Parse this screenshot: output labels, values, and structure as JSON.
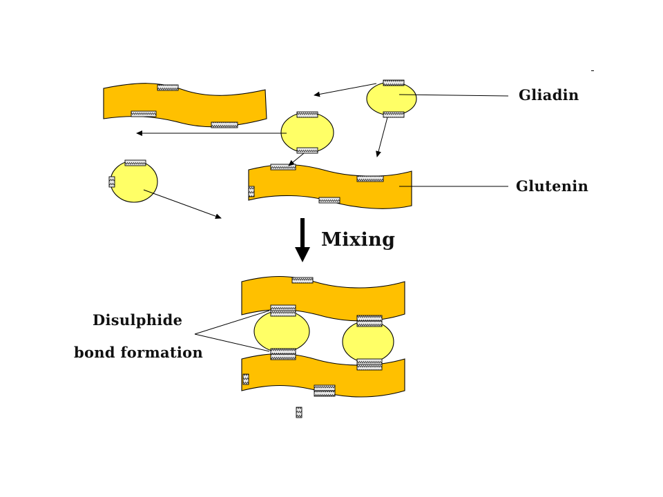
{
  "labels": {
    "gliadin": "Gliadin",
    "glutenin": "Glutenin",
    "mixing": "Mixing",
    "disulphide_line1": "Disulphide",
    "disulphide_line2": "bond formation"
  },
  "colors": {
    "glutenin_band": "#ffc000",
    "gliadin_globule": "#ffff66",
    "background": "#ffffff",
    "outline": "#000000"
  }
}
